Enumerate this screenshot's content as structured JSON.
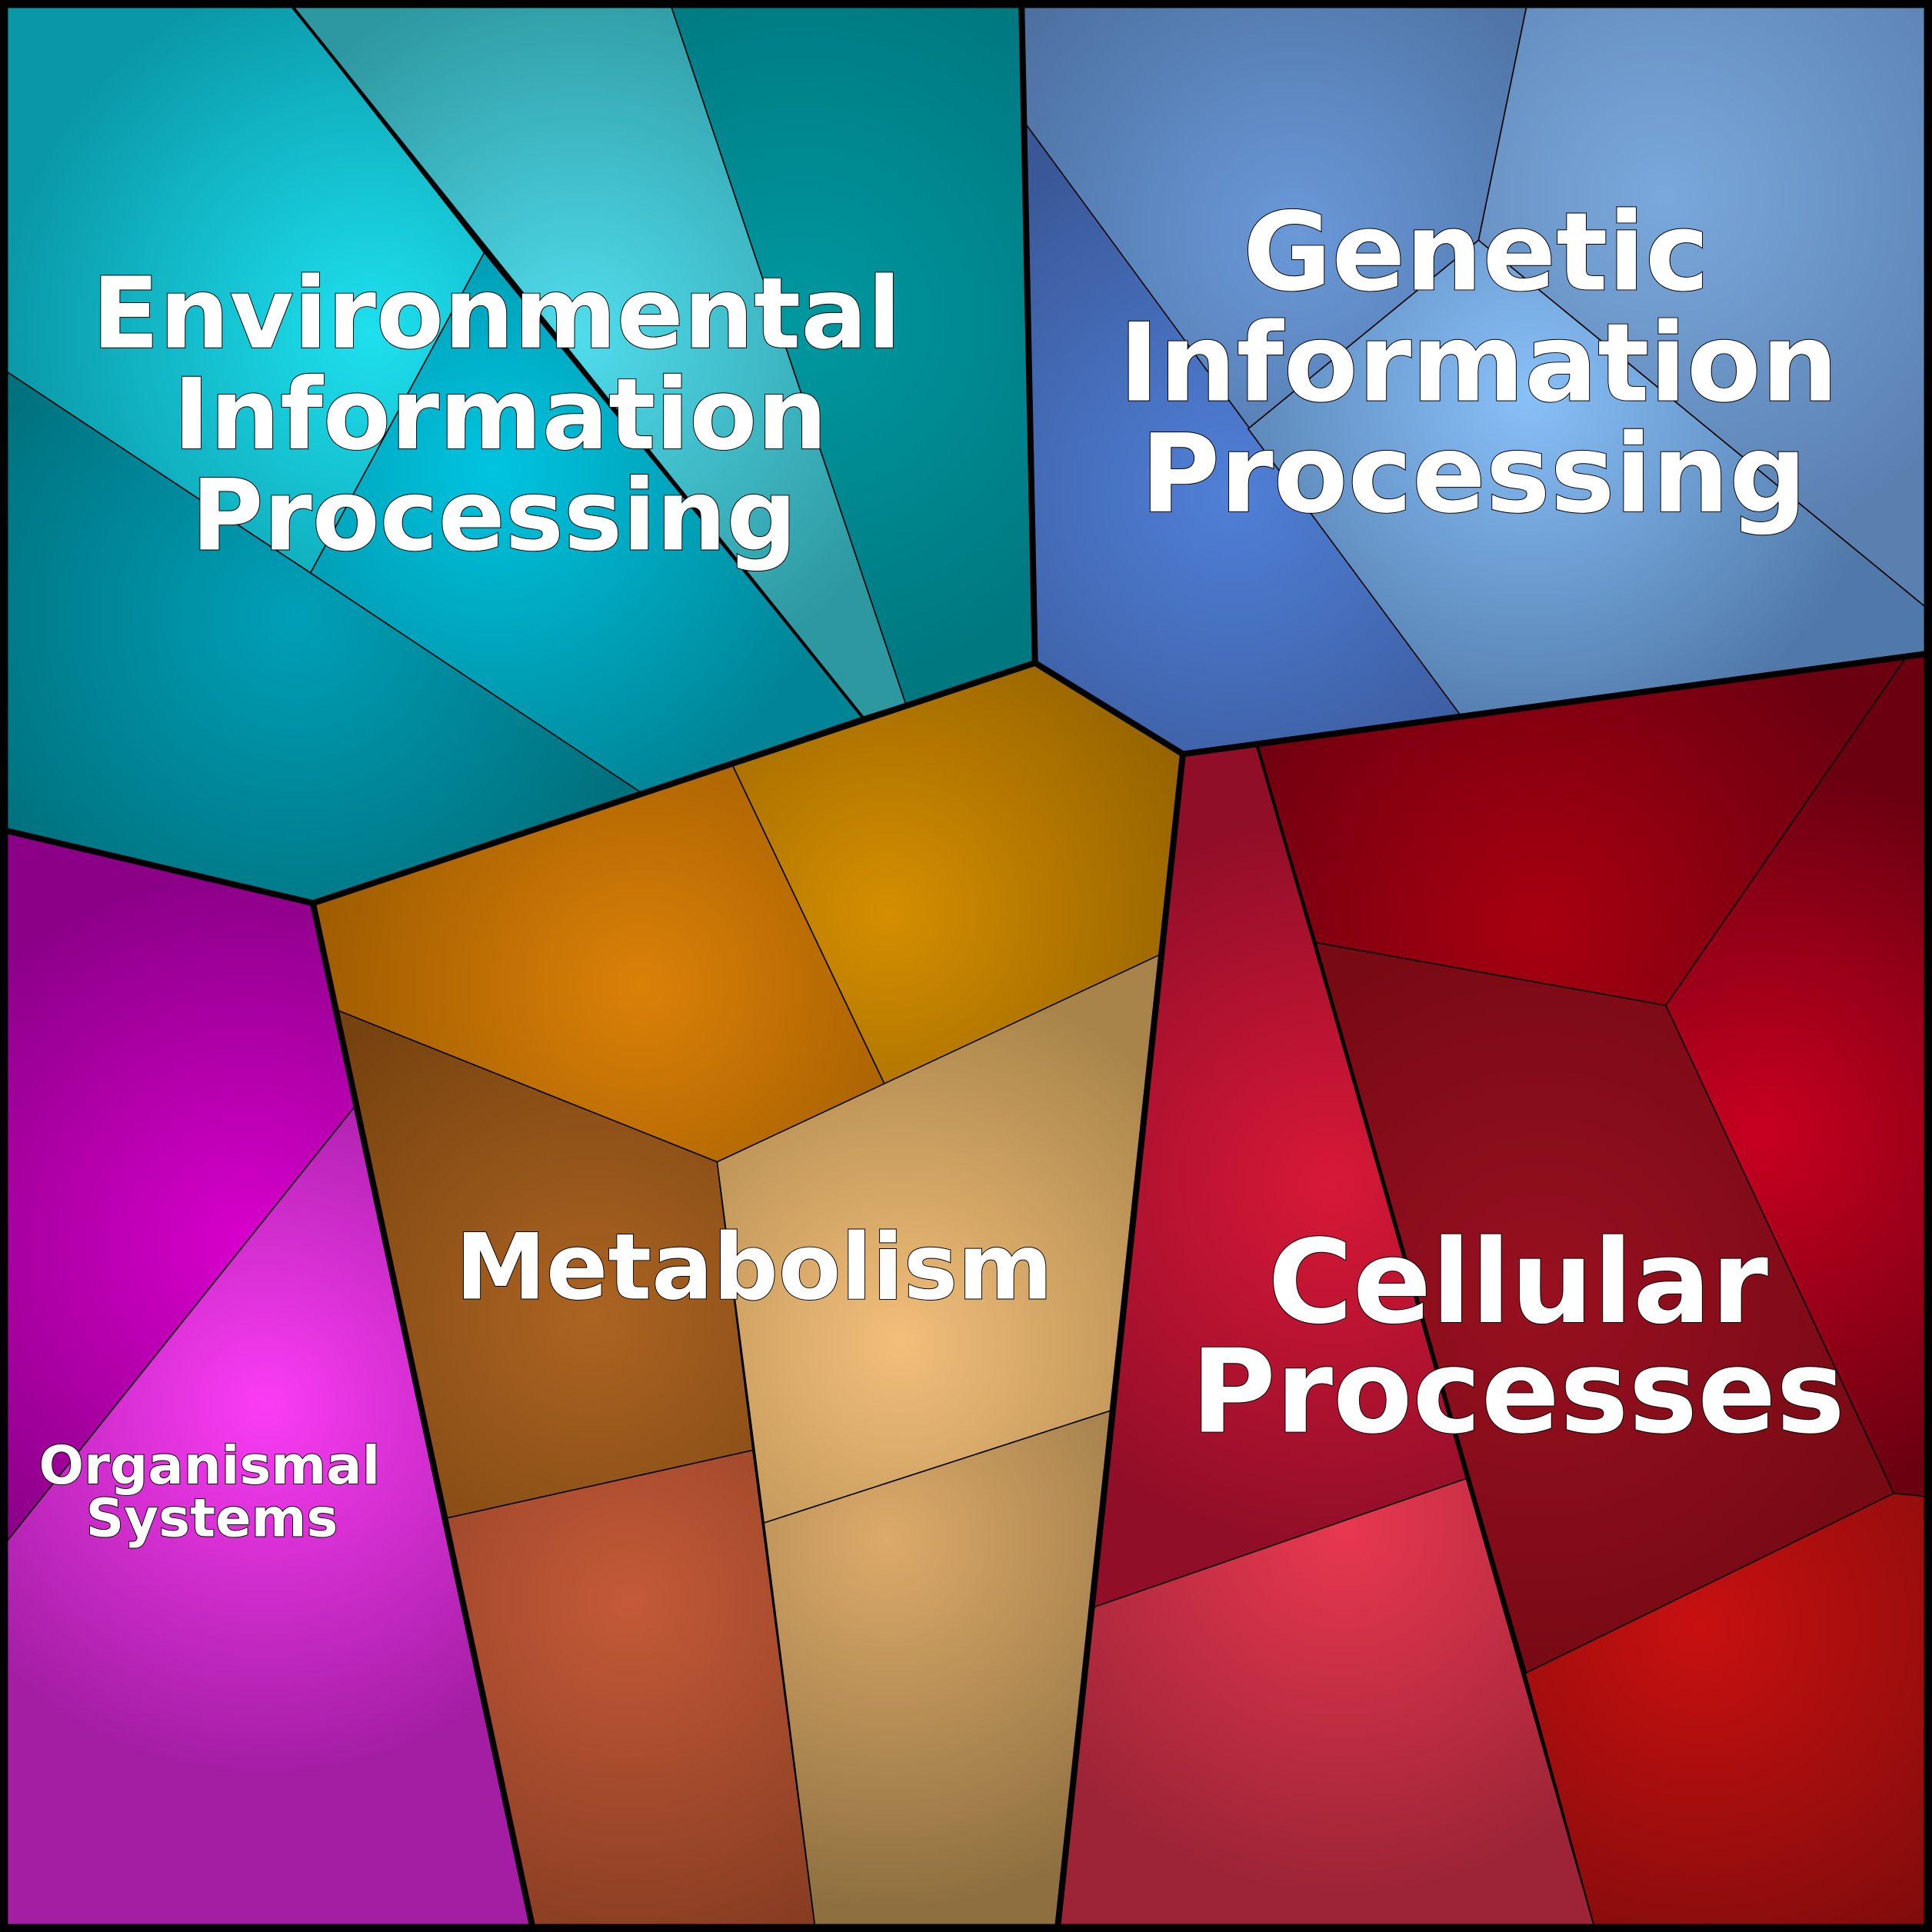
{
  "diagram": {
    "type": "voronoi-treemap",
    "categories": [
      {
        "id": "environmental",
        "lines": [
          "Environmental",
          "Information",
          "Processing"
        ],
        "color": "#008a96"
      },
      {
        "id": "genetic",
        "lines": [
          "Genetic",
          "Information",
          "Processing"
        ],
        "color": "#5070a8"
      },
      {
        "id": "metabolism",
        "lines": [
          "Metabolism"
        ],
        "color": "#a06a10"
      },
      {
        "id": "cellular",
        "lines": [
          "Cellular",
          "Processes"
        ],
        "color": "#901020"
      },
      {
        "id": "organismal",
        "lines": [
          "Organismal",
          "Systems"
        ],
        "color": "#a818a8"
      }
    ]
  }
}
